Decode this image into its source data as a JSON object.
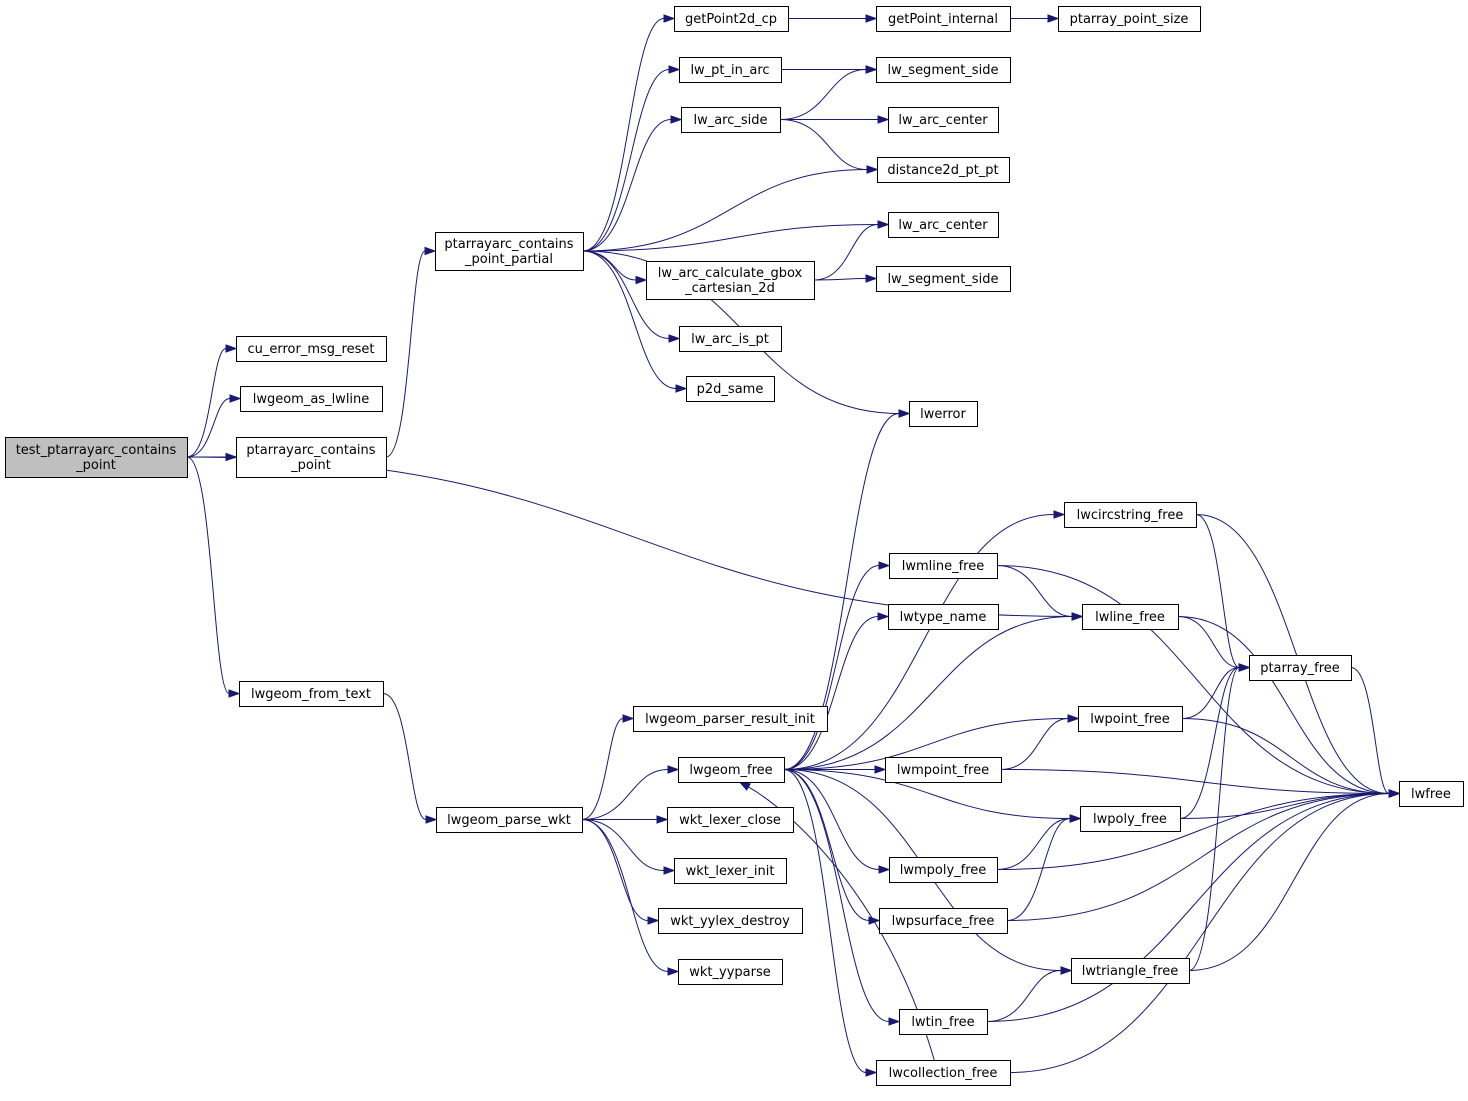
{
  "graph": {
    "root": "test_ptarrayarc_contains_point",
    "nodes": [
      {
        "id": "n_test",
        "lines": [
          "test_ptarrayarc_contains",
          "_point"
        ],
        "root": true
      },
      {
        "id": "n_cu",
        "lines": [
          "cu_error_msg_reset"
        ]
      },
      {
        "id": "n_asline",
        "lines": [
          "lwgeom_as_lwline"
        ]
      },
      {
        "id": "n_pacp",
        "lines": [
          "ptarrayarc_contains",
          "_point"
        ]
      },
      {
        "id": "n_fromtext",
        "lines": [
          "lwgeom_from_text"
        ]
      },
      {
        "id": "n_pacpp",
        "lines": [
          "ptarrayarc_contains",
          "_point_partial"
        ]
      },
      {
        "id": "n_parsewkt",
        "lines": [
          "lwgeom_parse_wkt"
        ]
      },
      {
        "id": "n_get2d",
        "lines": [
          "getPoint2d_cp"
        ]
      },
      {
        "id": "n_ptinarc",
        "lines": [
          "lw_pt_in_arc"
        ]
      },
      {
        "id": "n_arcside",
        "lines": [
          "lw_arc_side"
        ]
      },
      {
        "id": "n_gbox",
        "lines": [
          "lw_arc_calculate_gbox",
          "_cartesian_2d"
        ]
      },
      {
        "id": "n_ispt",
        "lines": [
          "lw_arc_is_pt"
        ]
      },
      {
        "id": "n_p2dsame",
        "lines": [
          "p2d_same"
        ]
      },
      {
        "id": "n_resinit",
        "lines": [
          "lwgeom_parser_result_init"
        ]
      },
      {
        "id": "n_lwgeomfree",
        "lines": [
          "lwgeom_free"
        ]
      },
      {
        "id": "n_lexclose",
        "lines": [
          "wkt_lexer_close"
        ]
      },
      {
        "id": "n_lexinit",
        "lines": [
          "wkt_lexer_init"
        ]
      },
      {
        "id": "n_yydestroy",
        "lines": [
          "wkt_yylex_destroy"
        ]
      },
      {
        "id": "n_yyparse",
        "lines": [
          "wkt_yyparse"
        ]
      },
      {
        "id": "n_getint",
        "lines": [
          "getPoint_internal"
        ]
      },
      {
        "id": "n_segside1",
        "lines": [
          "lw_segment_side"
        ]
      },
      {
        "id": "n_center1",
        "lines": [
          "lw_arc_center"
        ]
      },
      {
        "id": "n_dist",
        "lines": [
          "distance2d_pt_pt"
        ]
      },
      {
        "id": "n_center2",
        "lines": [
          "lw_arc_center"
        ]
      },
      {
        "id": "n_segside2",
        "lines": [
          "lw_segment_side"
        ]
      },
      {
        "id": "n_lwerror",
        "lines": [
          "lwerror"
        ]
      },
      {
        "id": "n_mlinefree",
        "lines": [
          "lwmline_free"
        ]
      },
      {
        "id": "n_typename",
        "lines": [
          "lwtype_name"
        ]
      },
      {
        "id": "n_mpointfree",
        "lines": [
          "lwmpoint_free"
        ]
      },
      {
        "id": "n_mpolyfree",
        "lines": [
          "lwmpoly_free"
        ]
      },
      {
        "id": "n_psurffree",
        "lines": [
          "lwpsurface_free"
        ]
      },
      {
        "id": "n_tinfree",
        "lines": [
          "lwtin_free"
        ]
      },
      {
        "id": "n_collfree",
        "lines": [
          "lwcollection_free"
        ]
      },
      {
        "id": "n_ptsize",
        "lines": [
          "ptarray_point_size"
        ]
      },
      {
        "id": "n_circfree",
        "lines": [
          "lwcircstring_free"
        ]
      },
      {
        "id": "n_linefree",
        "lines": [
          "lwline_free"
        ]
      },
      {
        "id": "n_pointfree",
        "lines": [
          "lwpoint_free"
        ]
      },
      {
        "id": "n_polyfree",
        "lines": [
          "lwpoly_free"
        ]
      },
      {
        "id": "n_trifree",
        "lines": [
          "lwtriangle_free"
        ]
      },
      {
        "id": "n_ptarrayfree",
        "lines": [
          "ptarray_free"
        ]
      },
      {
        "id": "n_lwfree",
        "lines": [
          "lwfree"
        ]
      }
    ],
    "edges": [
      [
        "n_test",
        "n_cu"
      ],
      [
        "n_test",
        "n_asline"
      ],
      [
        "n_test",
        "n_pacp"
      ],
      [
        "n_test",
        "n_fromtext"
      ],
      [
        "n_test",
        "n_linefree"
      ],
      [
        "n_pacp",
        "n_pacpp"
      ],
      [
        "n_fromtext",
        "n_parsewkt"
      ],
      [
        "n_pacpp",
        "n_get2d"
      ],
      [
        "n_pacpp",
        "n_ptinarc"
      ],
      [
        "n_pacpp",
        "n_arcside"
      ],
      [
        "n_pacpp",
        "n_dist"
      ],
      [
        "n_pacpp",
        "n_center2"
      ],
      [
        "n_pacpp",
        "n_gbox"
      ],
      [
        "n_pacpp",
        "n_ispt"
      ],
      [
        "n_pacpp",
        "n_p2dsame"
      ],
      [
        "n_pacpp",
        "n_lwerror"
      ],
      [
        "n_get2d",
        "n_getint"
      ],
      [
        "n_getint",
        "n_ptsize"
      ],
      [
        "n_ptinarc",
        "n_segside1"
      ],
      [
        "n_arcside",
        "n_segside1"
      ],
      [
        "n_arcside",
        "n_center1"
      ],
      [
        "n_arcside",
        "n_dist"
      ],
      [
        "n_gbox",
        "n_center2"
      ],
      [
        "n_gbox",
        "n_segside2"
      ],
      [
        "n_parsewkt",
        "n_resinit"
      ],
      [
        "n_parsewkt",
        "n_lwgeomfree"
      ],
      [
        "n_parsewkt",
        "n_lexclose"
      ],
      [
        "n_parsewkt",
        "n_lexinit"
      ],
      [
        "n_parsewkt",
        "n_yydestroy"
      ],
      [
        "n_parsewkt",
        "n_yyparse"
      ],
      [
        "n_lwgeomfree",
        "n_lwerror"
      ],
      [
        "n_lwgeomfree",
        "n_circfree"
      ],
      [
        "n_lwgeomfree",
        "n_mlinefree"
      ],
      [
        "n_lwgeomfree",
        "n_typename"
      ],
      [
        "n_lwgeomfree",
        "n_linefree"
      ],
      [
        "n_lwgeomfree",
        "n_pointfree"
      ],
      [
        "n_lwgeomfree",
        "n_mpointfree"
      ],
      [
        "n_lwgeomfree",
        "n_polyfree"
      ],
      [
        "n_lwgeomfree",
        "n_mpolyfree"
      ],
      [
        "n_lwgeomfree",
        "n_psurffree"
      ],
      [
        "n_lwgeomfree",
        "n_trifree"
      ],
      [
        "n_lwgeomfree",
        "n_tinfree"
      ],
      [
        "n_lwgeomfree",
        "n_collfree"
      ],
      [
        "n_mlinefree",
        "n_linefree"
      ],
      [
        "n_mlinefree",
        "n_lwfree"
      ],
      [
        "n_circfree",
        "n_ptarrayfree"
      ],
      [
        "n_circfree",
        "n_lwfree"
      ],
      [
        "n_linefree",
        "n_ptarrayfree"
      ],
      [
        "n_linefree",
        "n_lwfree"
      ],
      [
        "n_pointfree",
        "n_ptarrayfree"
      ],
      [
        "n_pointfree",
        "n_lwfree"
      ],
      [
        "n_mpointfree",
        "n_pointfree"
      ],
      [
        "n_mpointfree",
        "n_lwfree"
      ],
      [
        "n_polyfree",
        "n_ptarrayfree"
      ],
      [
        "n_polyfree",
        "n_lwfree"
      ],
      [
        "n_mpolyfree",
        "n_polyfree"
      ],
      [
        "n_mpolyfree",
        "n_lwfree"
      ],
      [
        "n_psurffree",
        "n_polyfree"
      ],
      [
        "n_psurffree",
        "n_lwfree"
      ],
      [
        "n_trifree",
        "n_ptarrayfree"
      ],
      [
        "n_trifree",
        "n_lwfree"
      ],
      [
        "n_tinfree",
        "n_trifree"
      ],
      [
        "n_tinfree",
        "n_lwfree"
      ],
      [
        "n_collfree",
        "n_lwgeomfree"
      ],
      [
        "n_collfree",
        "n_lwfree"
      ],
      [
        "n_ptarrayfree",
        "n_lwfree"
      ]
    ]
  }
}
